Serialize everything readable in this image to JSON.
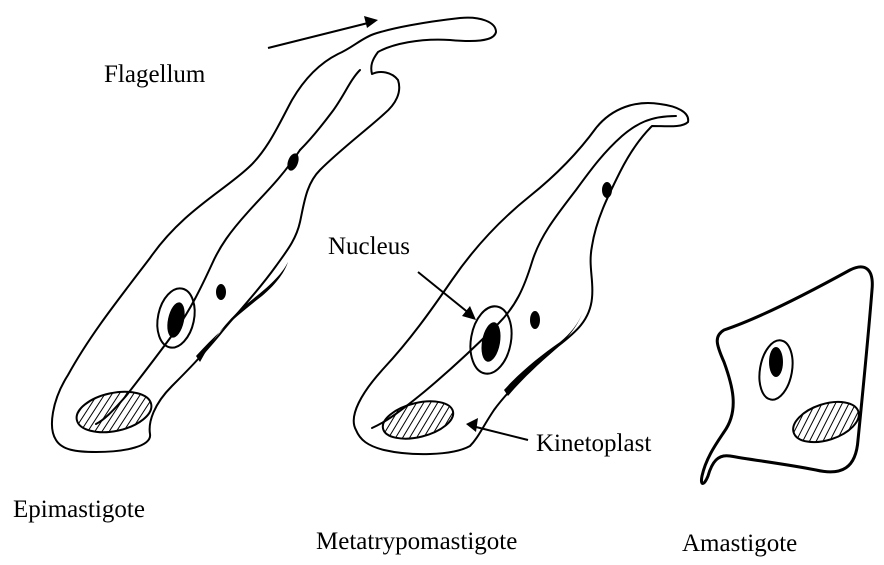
{
  "labels": {
    "flagellum": "Flagellum",
    "nucleus": "Nucleus",
    "kinetoplast": "Kinetoplast",
    "epimastigote": "Epimastigote",
    "metatrypomastigote": "Metatrypomastigote",
    "amastigote": "Amastigote"
  },
  "colors": {
    "ink": "#000000",
    "background": "#ffffff"
  }
}
